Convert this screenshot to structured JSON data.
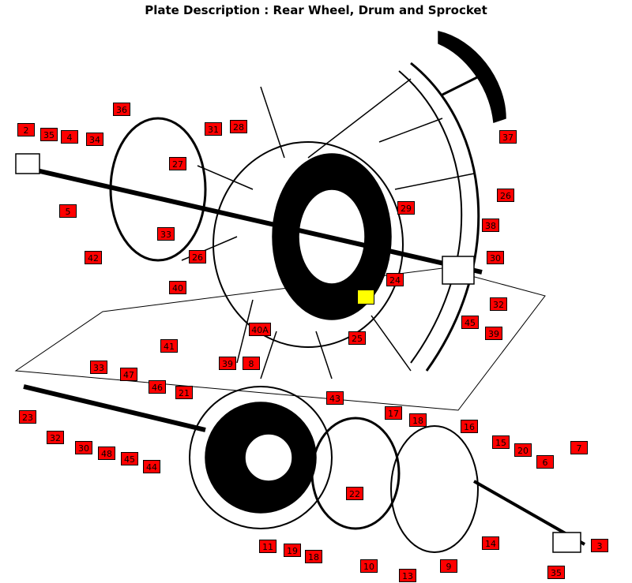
{
  "title": "Plate Description : Rear Wheel, Drum and Sprocket",
  "labels": {
    "l2": "2",
    "l35a": "35",
    "l4": "4",
    "l34": "34",
    "l36": "36",
    "l31": "31",
    "l28a": "28",
    "l27": "27",
    "l5": "5",
    "l33a": "33",
    "l42": "42",
    "l26a": "26",
    "l37": "37",
    "l29": "29",
    "l26b": "26",
    "l38": "38",
    "l30a": "30",
    "l40": "40",
    "l24": "24",
    "l32a": "32",
    "l45a": "45",
    "l39a": "39",
    "l41": "41",
    "l40a": "40A",
    "l25": "25",
    "l39b": "39",
    "l8": "8",
    "l33b": "33",
    "l47": "47",
    "l46": "46",
    "l21": "21",
    "l43": "43",
    "l23": "23",
    "l32b": "32",
    "l30b": "30",
    "l48": "48",
    "l45b": "45",
    "l44": "44",
    "l17": "17",
    "l18": "18",
    "l16": "16",
    "l15": "15",
    "l20": "20",
    "l6": "6",
    "l7": "7",
    "l22": "22",
    "l11": "11",
    "l19": "19",
    "l18b": "18",
    "l14": "14",
    "l10": "10",
    "l9": "9",
    "l13": "13",
    "l3": "3",
    "l35b": "35"
  },
  "highlight_color": "#ffff00",
  "label_color": "#ff0000"
}
